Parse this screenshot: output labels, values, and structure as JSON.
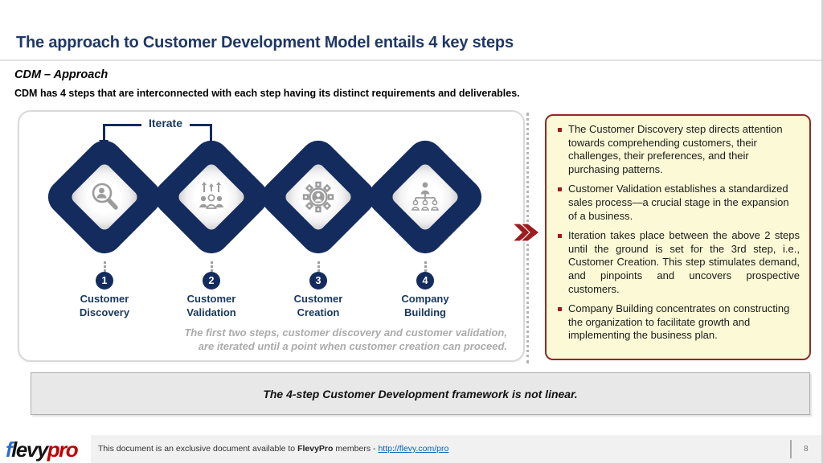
{
  "slide": {
    "title": "The approach to Customer Development Model entails 4 key steps",
    "section_label": "CDM – Approach",
    "lead": "CDM has 4 steps that are interconnected with each step having its distinct requirements and deliverables."
  },
  "diagram": {
    "iterate_label": "Iterate",
    "steps": [
      {
        "number": "1",
        "label": "Customer\nDiscovery",
        "icon": "magnifier-person-icon"
      },
      {
        "number": "2",
        "label": "Customer\nValidation",
        "icon": "team-growth-icon"
      },
      {
        "number": "3",
        "label": "Customer\nCreation",
        "icon": "gear-person-icon"
      },
      {
        "number": "4",
        "label": "Company\nBuilding",
        "icon": "org-chart-icon"
      }
    ],
    "note": "The first two steps, customer discovery and customer validation,\nare iterated until a point when customer creation can proceed."
  },
  "callout": {
    "bullets": [
      "The Customer Discovery step directs attention towards comprehending customers, their challenges, their preferences, and their purchasing patterns.",
      "Customer Validation establishes a standardized sales process—a crucial stage in the expansion of a business.",
      "Iteration takes place between the above 2 steps until the ground is set for the 3rd step, i.e., Customer Creation.  This step stimulates demand, and pinpoints and uncovers prospective customers.",
      "Company Building concentrates on constructing the organization to facilitate growth and implementing the business plan."
    ]
  },
  "tagline": "The 4-step Customer Development framework is not linear.",
  "footer": {
    "logo_f": "f",
    "logo_levy": "levy",
    "logo_pro": "pro",
    "text_prefix": "This document is an exclusive document available to ",
    "brand": "FlevyPro",
    "text_mid": " members - ",
    "link": "http://flevy.com/pro",
    "page_number": "8"
  },
  "colors": {
    "title_navy": "#1F3864",
    "diamond_navy": "#142B5E",
    "accent_dark_red": "#9E1B1E",
    "callout_cream": "#FCFAD6",
    "callout_border": "#8F2A25",
    "link_blue": "#0563C1"
  }
}
